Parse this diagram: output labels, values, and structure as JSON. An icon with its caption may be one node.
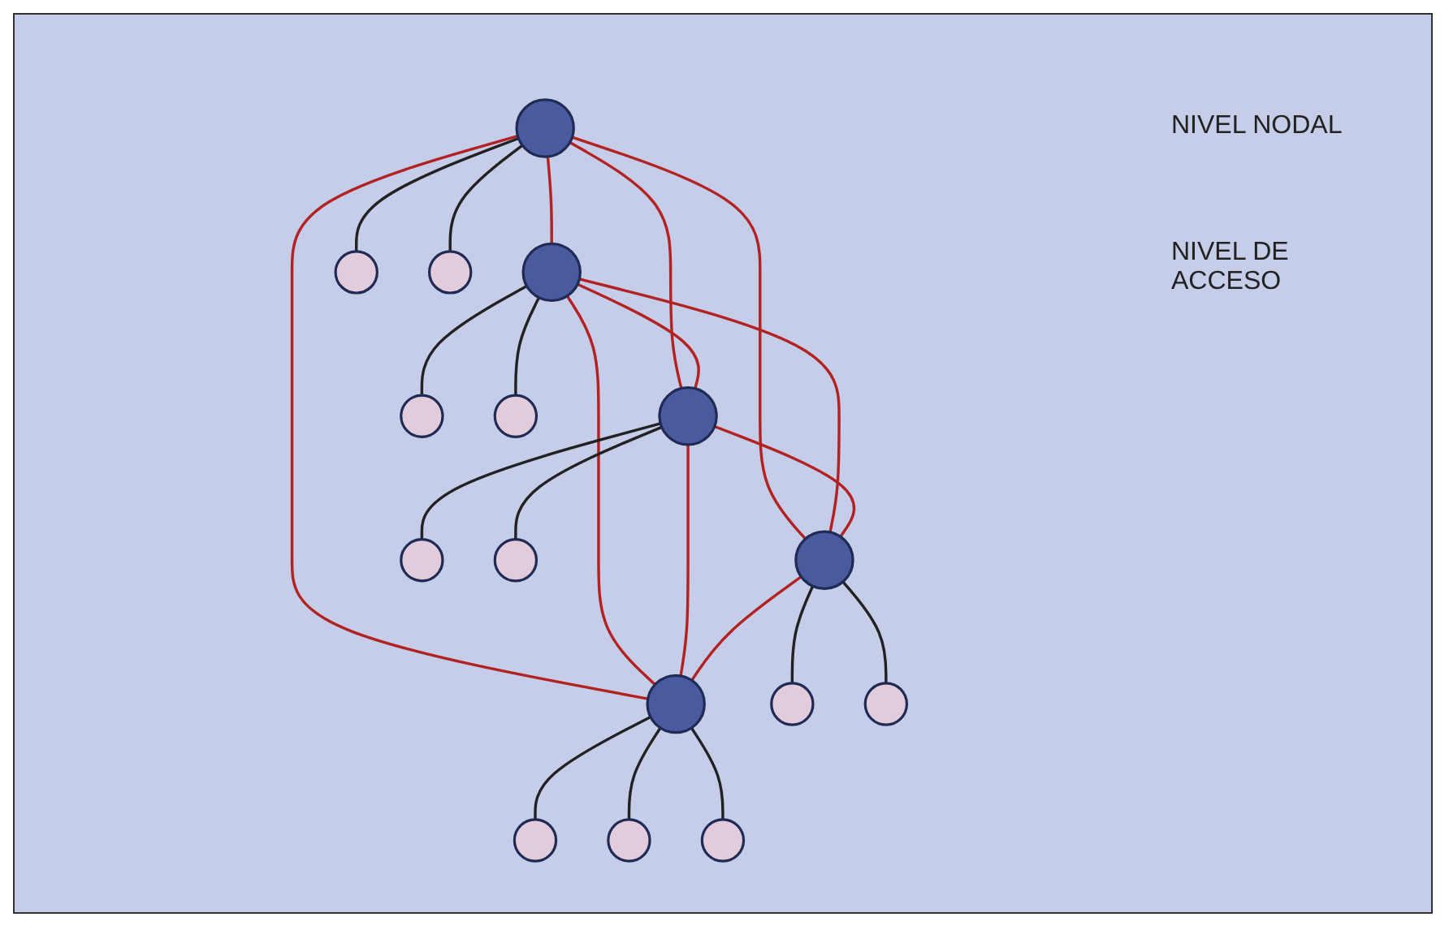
{
  "diagram": {
    "nodes": [
      {
        "text": [],
        "shape": "circle"
      },
      {
        "text": [],
        "shape": "circle"
      },
      {
        "text": [],
        "shape": "circle"
      },
      {
        "text": [],
        "shape": "circle"
      },
      {
        "text": [],
        "shape": "circle"
      },
      {
        "text": [],
        "shape": "circle"
      },
      {
        "text": [],
        "shape": "circle"
      },
      {
        "text": [],
        "shape": "circle"
      },
      {
        "text": [],
        "shape": "circle"
      },
      {
        "text": [],
        "shape": "circle"
      },
      {
        "text": [],
        "shape": "circle"
      },
      {
        "text": [],
        "shape": "circle"
      },
      {
        "text": [],
        "shape": "circle"
      },
      {
        "text": [],
        "shape": "circle"
      },
      {
        "text": [],
        "shape": "circle"
      },
      {
        "text": [],
        "shape": "circle"
      }
    ],
    "edges": [
      {
        "from": 0,
        "to": 1,
        "arrow": "none",
        "color": "#b22222"
      },
      {
        "from": 0,
        "to": 2,
        "arrow": "none",
        "color": "#b22222"
      },
      {
        "from": 0,
        "to": 3,
        "arrow": "none",
        "color": "#b22222"
      },
      {
        "from": 0,
        "to": 4,
        "arrow": "none",
        "color": "#b22222"
      },
      {
        "from": 1,
        "to": 2,
        "arrow": "none",
        "color": "#b22222"
      },
      {
        "from": 1,
        "to": 3,
        "arrow": "none",
        "color": "#b22222"
      },
      {
        "from": 1,
        "to": 4,
        "arrow": "none",
        "color": "#b22222"
      },
      {
        "from": 2,
        "to": 3,
        "arrow": "none",
        "color": "#b22222"
      },
      {
        "from": 2,
        "to": 4,
        "arrow": "none",
        "color": "#b22222"
      },
      {
        "from": 3,
        "to": 4,
        "arrow": "none",
        "color": "#b22222"
      },
      {
        "from": 2,
        "to": 5,
        "arrow": "none"
      },
      {
        "from": 2,
        "to": 6,
        "arrow": "none"
      },
      {
        "from": 0,
        "to": 7,
        "arrow": "none"
      },
      {
        "from": 0,
        "to": 8,
        "arrow": "none"
      },
      {
        "from": 4,
        "to": 9,
        "arrow": "none"
      },
      {
        "from": 4,
        "to": 10,
        "arrow": "none"
      },
      {
        "from": 1,
        "to": 11,
        "arrow": "none"
      },
      {
        "from": 4,
        "to": 12,
        "arrow": "none"
      },
      {
        "from": 1,
        "to": 13,
        "arrow": "none"
      },
      {
        "from": 3,
        "to": 14,
        "arrow": "none"
      },
      {
        "from": 3,
        "to": 15,
        "arrow": "none"
      }
    ],
    "labels": [
      "NIVEL NODAL",
      "NIVEL DE ACCESO"
    ]
  }
}
